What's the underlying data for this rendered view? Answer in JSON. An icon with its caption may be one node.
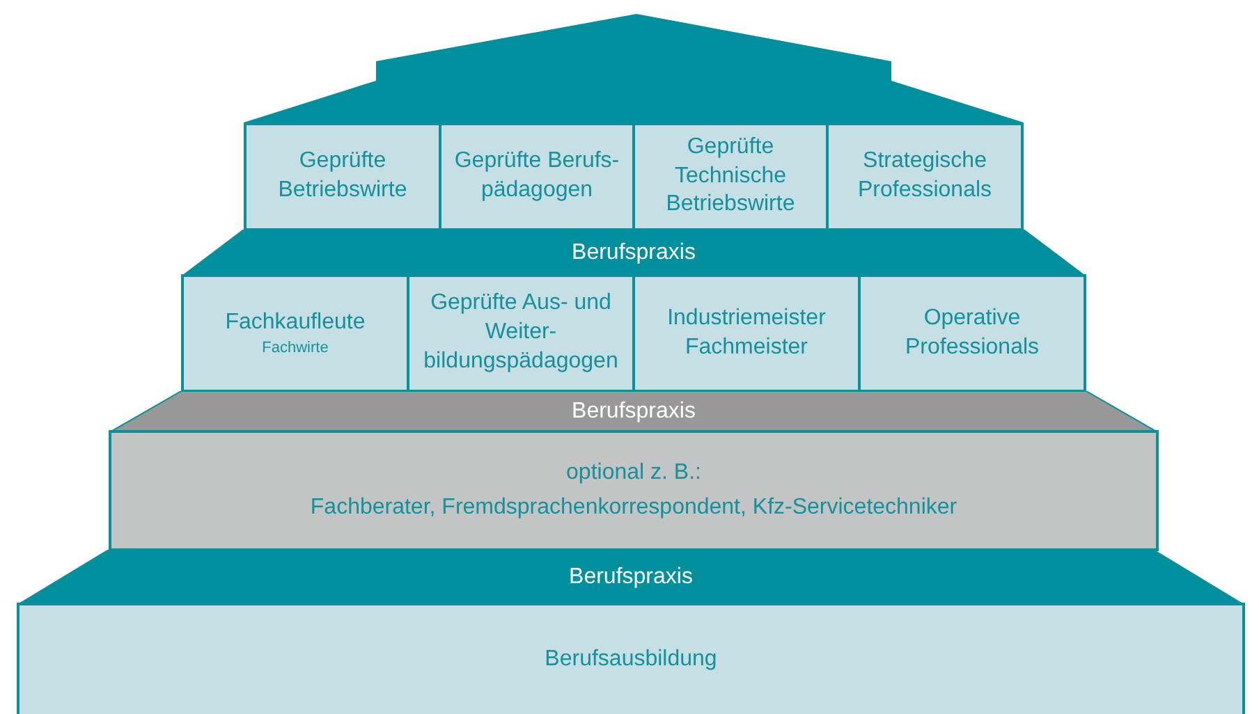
{
  "diagram": {
    "nodes": [
      {
        "text": [
          "Geprüfte Betriebswirte"
        ]
      },
      {
        "text": [
          "Geprüfte Berufs- pädagogen"
        ]
      },
      {
        "text": [
          "Geprüfte Technische Betriebswirte"
        ]
      },
      {
        "text": [
          "Strategische Professionals"
        ]
      },
      {
        "text": [
          "Berufspraxis"
        ]
      },
      {
        "text": [
          "Fachkaufleute",
          "Fachwirte"
        ]
      },
      {
        "text": [
          "Geprüfte Aus- und Weiter- bildungspädagogen"
        ]
      },
      {
        "text": [
          "Industriemeister Fachmeister"
        ]
      },
      {
        "text": [
          "Operative Professionals"
        ]
      },
      {
        "text": [
          "Berufspraxis"
        ]
      },
      {
        "text": [
          "optional z. B.:",
          "Fachberater, Fremdsprachenkorrespondent, Kfz-Servicetechniker"
        ]
      },
      {
        "text": [
          "Berufspraxis"
        ]
      },
      {
        "text": [
          "Berufsausbildung"
        ]
      }
    ],
    "edges": []
  }
}
